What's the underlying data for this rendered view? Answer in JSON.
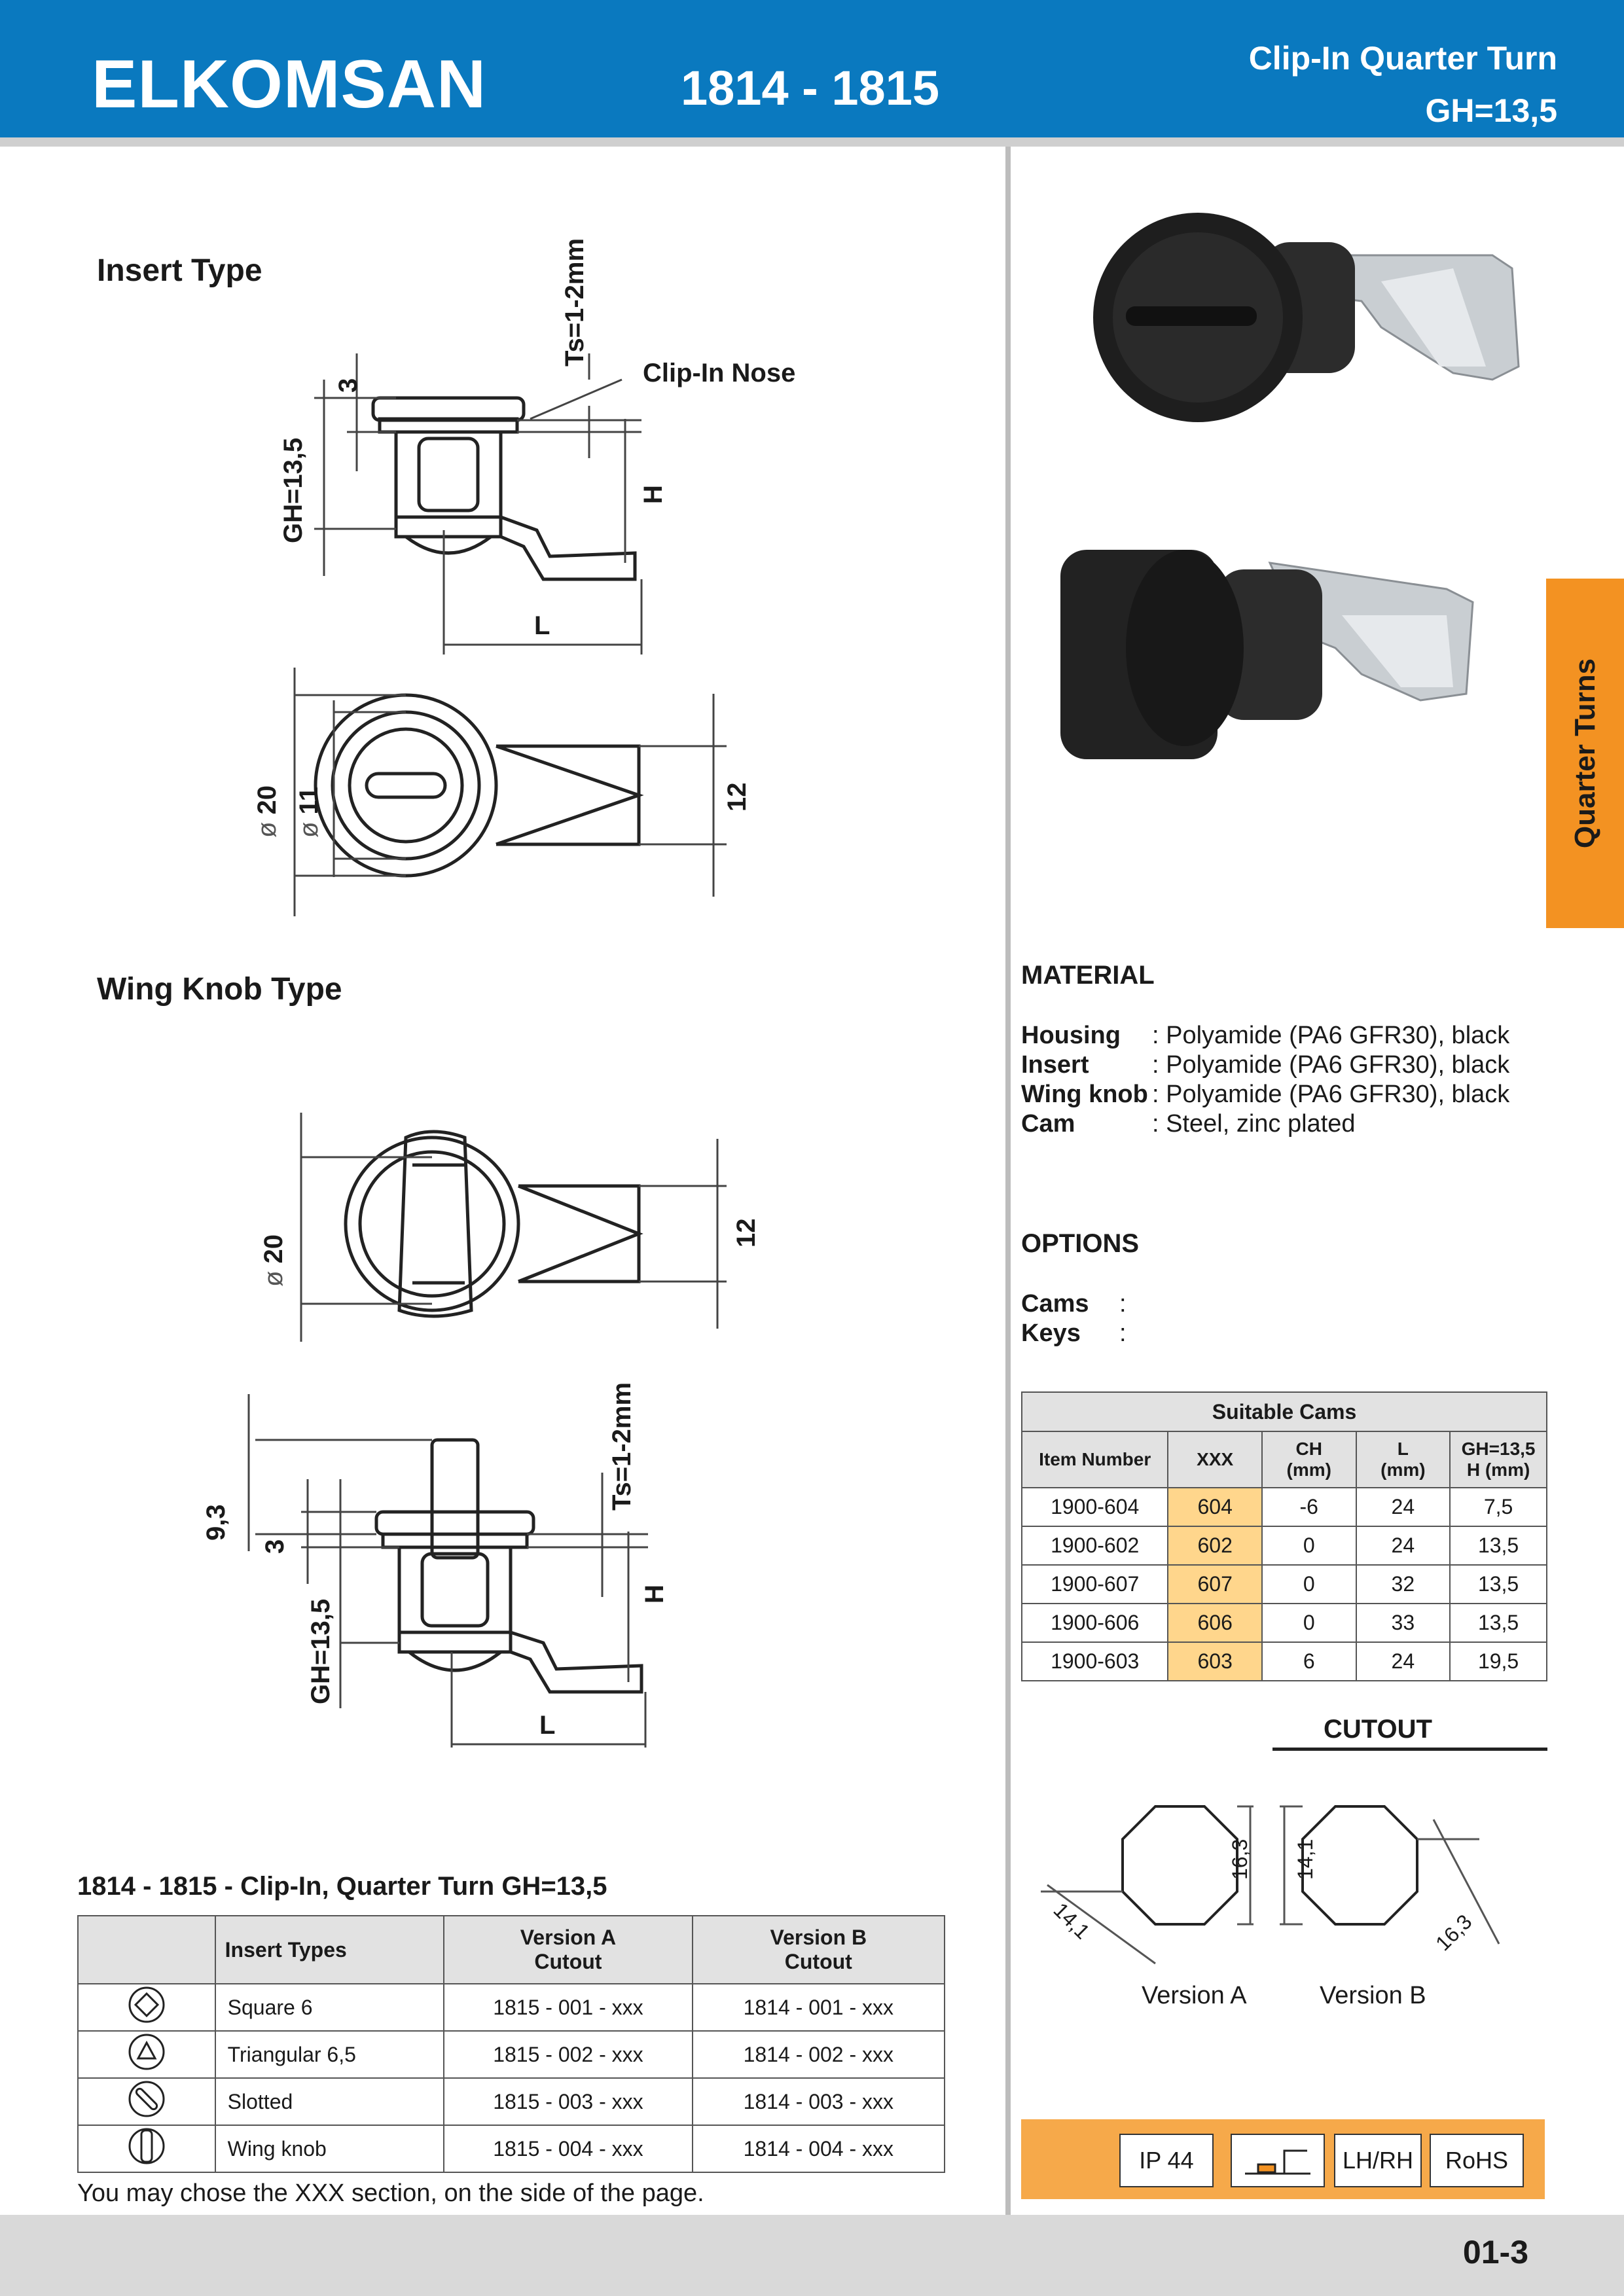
{
  "header": {
    "brand": "ELKOMSAN",
    "model": "1814 - 1815",
    "subtitle_line1": "Clip-In Quarter Turn",
    "subtitle_line2": "GH=13,5",
    "color": "#0a79bf"
  },
  "side_tab": {
    "label": "Quarter Turns",
    "color": "#f39222"
  },
  "drawings": {
    "insert_type": {
      "title": "Insert Type",
      "ts": "Ts=1-2mm",
      "clip_in_nose": "Clip-In Nose",
      "dim_3": "3",
      "gh": "GH=13,5",
      "h": "H",
      "l": "L",
      "dia20": "20",
      "dia11": "11",
      "dim12": "12"
    },
    "wing_knob_type": {
      "title": "Wing Knob Type",
      "dia20": "20",
      "dim12": "12",
      "ts": "Ts=1-2mm",
      "dim93": "9,3",
      "dim3": "3",
      "gh": "GH=13,5",
      "h": "H",
      "l": "L"
    },
    "dia_symbol": "ø"
  },
  "material": {
    "heading": "MATERIAL",
    "rows": [
      {
        "name": "Housing",
        "value": ": Polyamide (PA6 GFR30), black"
      },
      {
        "name": "Insert",
        "value": ": Polyamide (PA6 GFR30), black"
      },
      {
        "name": "Wing knob",
        "value": ": Polyamide (PA6 GFR30), black"
      },
      {
        "name": "Cam",
        "value": ": Steel,  zinc plated"
      }
    ]
  },
  "options": {
    "heading": "OPTIONS",
    "rows": [
      {
        "name": "Cams",
        "value": ":"
      },
      {
        "name": "Keys",
        "value": ":"
      }
    ]
  },
  "cams_table": {
    "title": "Suitable Cams",
    "headers": [
      "Item Number",
      "XXX",
      "CH\n(mm)",
      "L\n(mm)",
      "GH=13,5\nH (mm)"
    ],
    "rows": [
      [
        "1900-604",
        "604",
        "-6",
        "24",
        "7,5"
      ],
      [
        "1900-602",
        "602",
        "0",
        "24",
        "13,5"
      ],
      [
        "1900-607",
        "607",
        "0",
        "32",
        "13,5"
      ],
      [
        "1900-606",
        "606",
        "0",
        "33",
        "13,5"
      ],
      [
        "1900-603",
        "603",
        "6",
        "24",
        "19,5"
      ]
    ],
    "highlight_color": "#ffd68c"
  },
  "cutout": {
    "heading": "CUTOUT",
    "version_a": {
      "label": "Version A",
      "d1": "16,3",
      "d2": "14,1"
    },
    "version_b": {
      "label": "Version B",
      "d1": "14,1",
      "d2": "16,3"
    }
  },
  "product_table": {
    "title": "1814 - 1815 - Clip-In, Quarter Turn GH=13,5",
    "headers": [
      "",
      "Insert Types",
      "Version A\nCutout",
      "Version B\nCutout"
    ],
    "rows": [
      {
        "icon": "square-insert-icon",
        "type": "Square 6",
        "a": "1815 - 001 - xxx",
        "b": "1814 - 001 - xxx"
      },
      {
        "icon": "triangle-insert-icon",
        "type": "Triangular 6,5",
        "a": "1815 - 002 - xxx",
        "b": "1814 - 002 - xxx"
      },
      {
        "icon": "slotted-insert-icon",
        "type": "Slotted",
        "a": "1815 - 003 - xxx",
        "b": "1814 - 003 - xxx"
      },
      {
        "icon": "wing-knob-icon",
        "type": "Wing knob",
        "a": "1815 - 004 - xxx",
        "b": "1814 - 004 - xxx"
      }
    ],
    "note": "You may chose the XXX section, on the side of the page."
  },
  "badges": [
    "IP 44",
    "LH/RH",
    "RoHS"
  ],
  "footer": {
    "page_number": "01-3"
  }
}
